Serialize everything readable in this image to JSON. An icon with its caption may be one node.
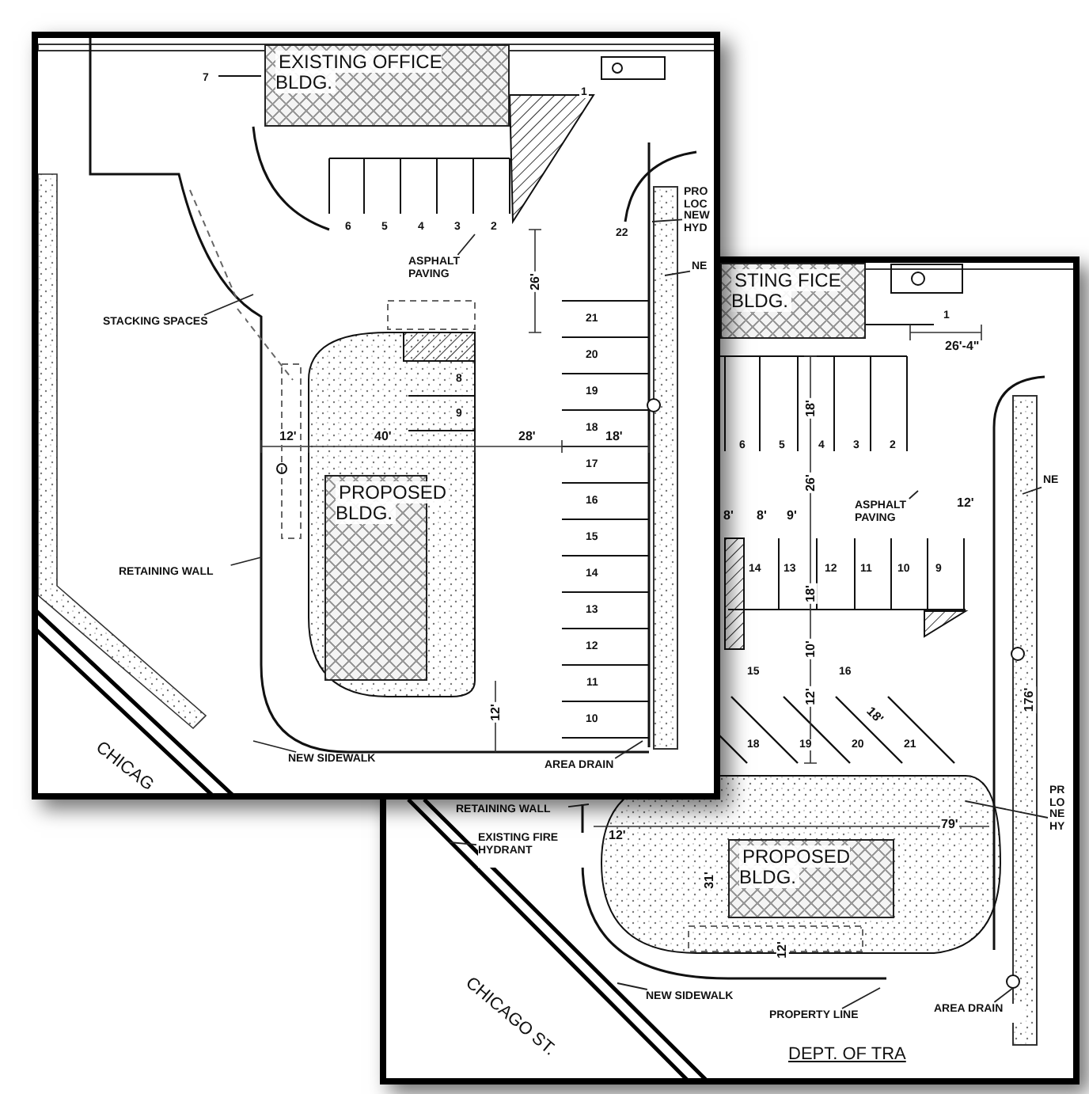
{
  "diagram": {
    "nodes": [
      {
        "text": [
          "EXISTING OFFICE BLDG."
        ]
      },
      {
        "text": [
          "PROPOSED BLDG."
        ]
      },
      {
        "text": [
          "STACKING SPACES"
        ]
      },
      {
        "text": [
          "ASPHALT PAVING"
        ]
      },
      {
        "text": [
          "RETAINING WALL"
        ]
      },
      {
        "text": [
          "NEW SIDEWALK"
        ]
      },
      {
        "text": [
          "AREA DRAIN"
        ]
      },
      {
        "text": [
          "PRO LOC NEW HYD"
        ]
      },
      {
        "text": [
          "NE"
        ]
      },
      {
        "text": [
          "STING FICE BLDG."
        ]
      },
      {
        "text": [
          "ASPHALT PAVING"
        ]
      },
      {
        "text": [
          "PROPOSED BLDG."
        ]
      },
      {
        "text": [
          "RETAINING WALL"
        ]
      },
      {
        "text": [
          "EXISTING FIRE HYDRANT"
        ]
      },
      {
        "text": [
          "NEW SIDEWALK"
        ]
      },
      {
        "text": [
          "PROPERTY LINE"
        ]
      },
      {
        "text": [
          "AREA DRAIN"
        ]
      },
      {
        "text": [
          "NE"
        ]
      },
      {
        "text": [
          "PR LO NE HY"
        ]
      }
    ],
    "edges": [
      {
        "from": 2,
        "to": null,
        "arrow": "none"
      },
      {
        "from": 3,
        "to": null,
        "arrow": "none"
      },
      {
        "from": 4,
        "to": null,
        "arrow": "none"
      },
      {
        "from": 5,
        "to": null,
        "arrow": "none"
      },
      {
        "from": 6,
        "to": null,
        "arrow": "none"
      },
      {
        "from": 7,
        "to": null,
        "arrow": "none"
      },
      {
        "from": 8,
        "to": null,
        "arrow": "none"
      },
      {
        "from": 10,
        "to": null,
        "arrow": "none"
      },
      {
        "from": 12,
        "to": null,
        "arrow": "none"
      },
      {
        "from": 13,
        "to": null,
        "arrow": "none"
      },
      {
        "from": 14,
        "to": null,
        "arrow": "none"
      },
      {
        "from": 15,
        "to": null,
        "arrow": "none"
      },
      {
        "from": 16,
        "to": null,
        "arrow": "none"
      },
      {
        "from": 17,
        "to": null,
        "arrow": "none"
      },
      {
        "from": 18,
        "to": null,
        "arrow": "none"
      }
    ],
    "labels": [
      "7",
      "1",
      "6",
      "5",
      "4",
      "3",
      "2",
      "22",
      "26'",
      "21",
      "20",
      "19",
      "8",
      "9",
      "18",
      "17",
      "16",
      "15",
      "14",
      "13",
      "12",
      "11",
      "10",
      "12'",
      "40'",
      "28'",
      "18'",
      "12'",
      "CHICAG",
      "1",
      "26'-4\"",
      "18'",
      "6",
      "5",
      "4",
      "3",
      "2",
      "26'",
      "8'",
      "8'",
      "9'",
      "12'",
      "14",
      "13",
      "12",
      "11",
      "10",
      "9",
      "18'",
      "10'",
      "15",
      "16",
      "12'",
      "18'",
      "18",
      "19",
      "20",
      "21",
      "176'",
      "12'",
      "79'",
      "31'",
      "12'",
      "CHICAGO ST.",
      "DEPT. OF TRA"
    ]
  }
}
